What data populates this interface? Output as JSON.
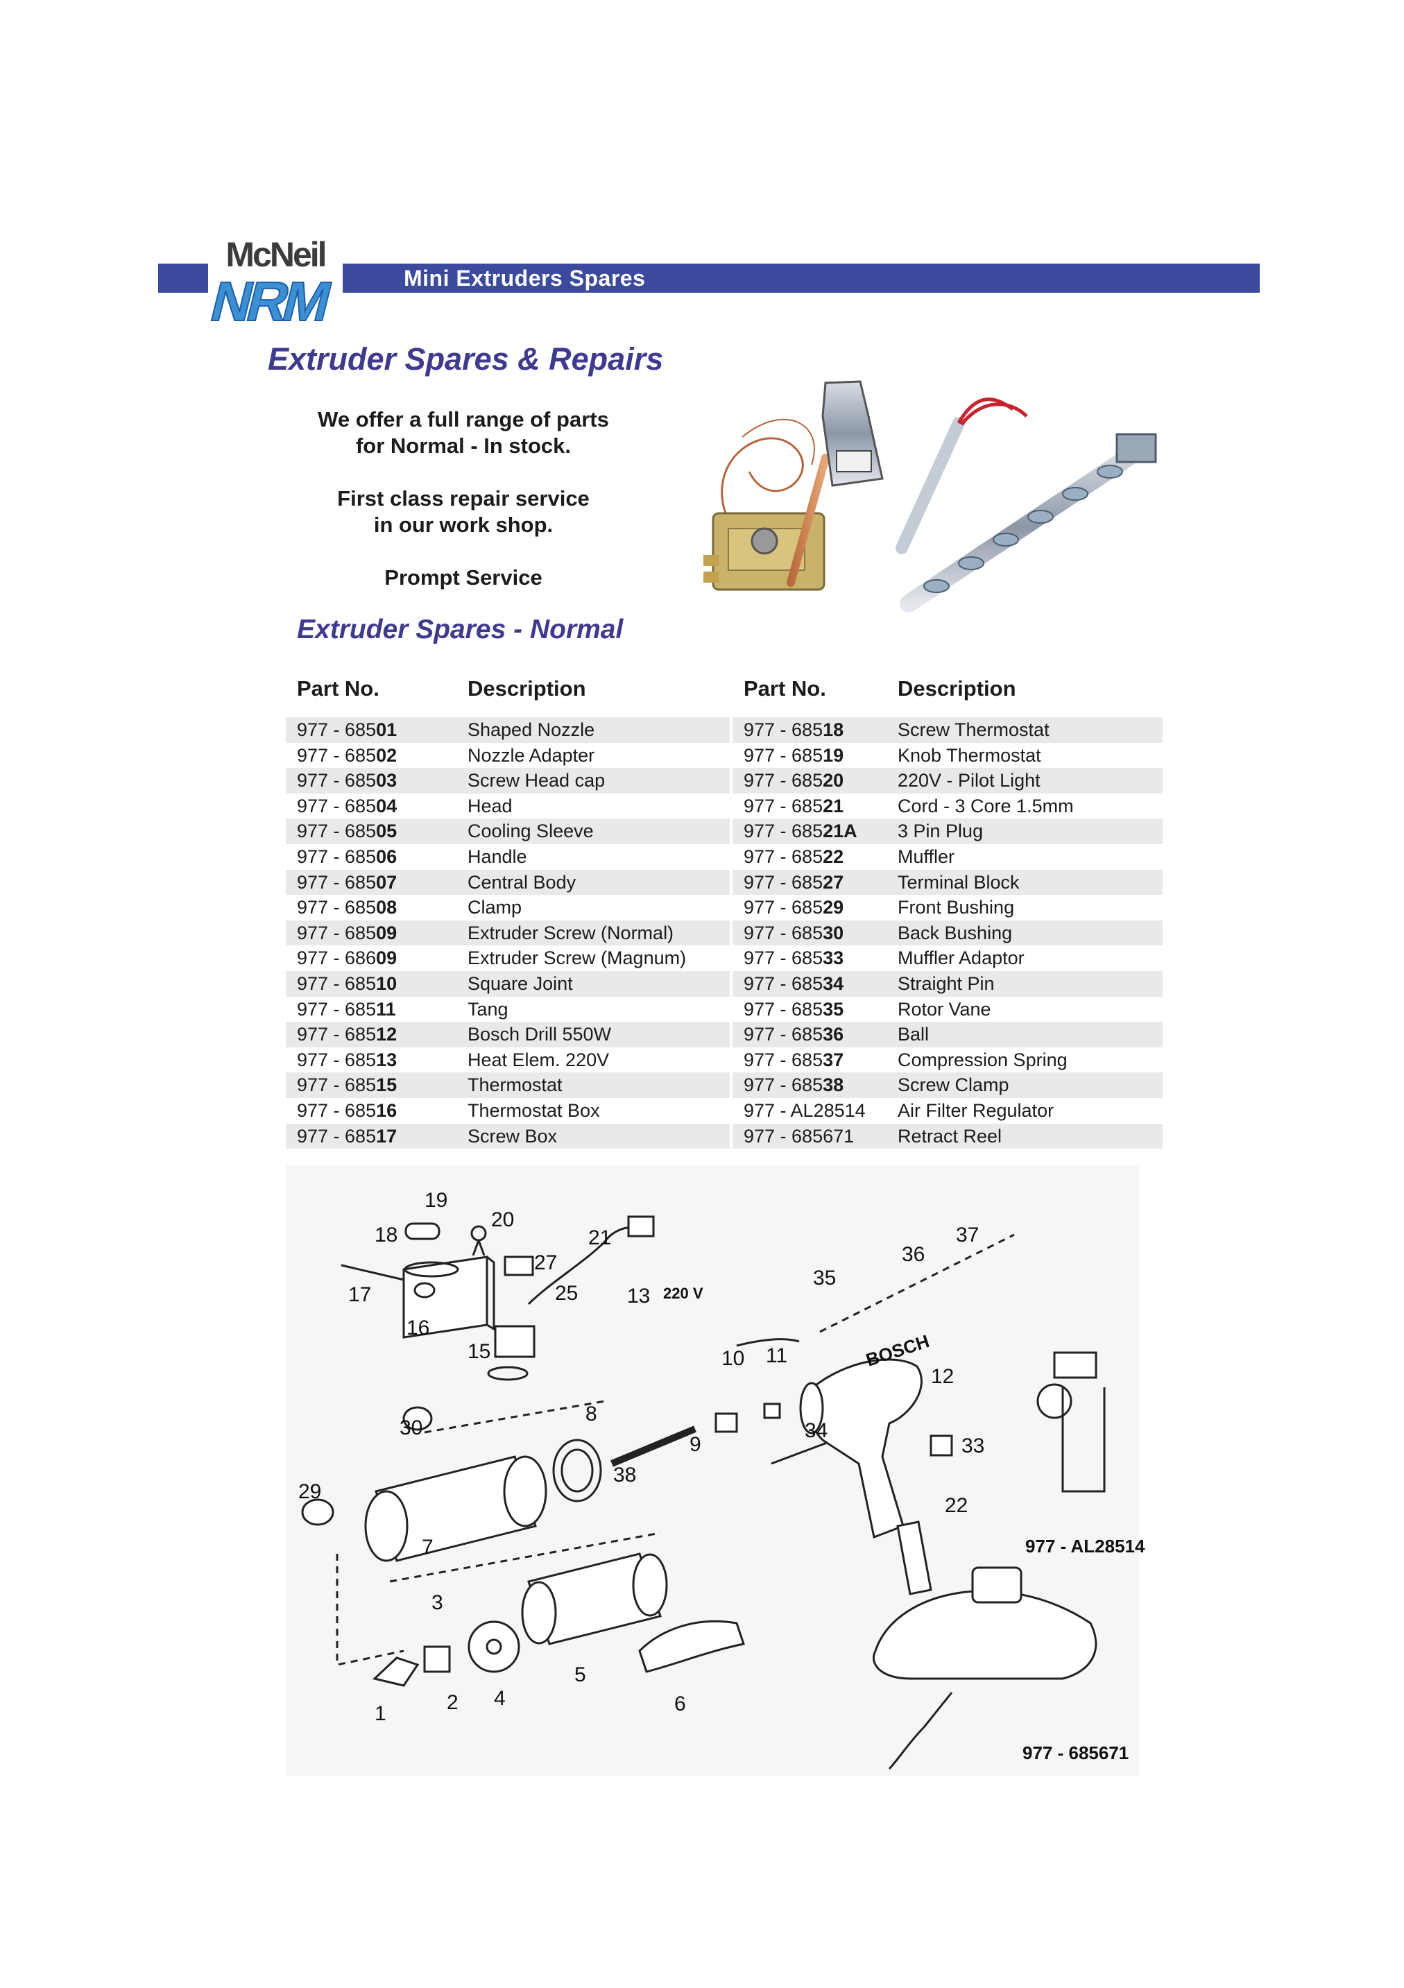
{
  "header": {
    "logo_top": "McNeil",
    "logo_bottom": "NRM",
    "title": "Mini Extruders Spares"
  },
  "intro": {
    "heading": "Extruder Spares & Repairs",
    "line1": "We offer a full range of parts",
    "line2": "for Normal - In stock.",
    "line3": "First class repair service",
    "line4": "in our work shop.",
    "line5": "Prompt Service"
  },
  "section": {
    "heading": "Extruder Spares - Normal"
  },
  "table": {
    "col_part": "Part No.",
    "col_desc": "Description",
    "left": [
      {
        "prefix": "977 - 685",
        "bold": "01",
        "desc": "Shaped Nozzle"
      },
      {
        "prefix": "977 - 685",
        "bold": "02",
        "desc": "Nozzle Adapter"
      },
      {
        "prefix": "977 - 685",
        "bold": "03",
        "desc": "Screw Head cap"
      },
      {
        "prefix": "977 - 685",
        "bold": "04",
        "desc": "Head"
      },
      {
        "prefix": "977 - 685",
        "bold": "05",
        "desc": "Cooling Sleeve"
      },
      {
        "prefix": "977 - 685",
        "bold": "06",
        "desc": "Handle"
      },
      {
        "prefix": "977 - 685",
        "bold": "07",
        "desc": "Central Body"
      },
      {
        "prefix": "977 - 685",
        "bold": "08",
        "desc": "Clamp"
      },
      {
        "prefix": "977 - 685",
        "bold": "09",
        "desc": "Extruder Screw (Normal)"
      },
      {
        "prefix": "977 - 686",
        "bold": "09",
        "desc": "Extruder Screw (Magnum)"
      },
      {
        "prefix": "977 - 685",
        "bold": "10",
        "desc": "Square Joint"
      },
      {
        "prefix": "977 - 685",
        "bold": "11",
        "desc": "Tang"
      },
      {
        "prefix": "977 - 685",
        "bold": "12",
        "desc": "Bosch Drill 550W"
      },
      {
        "prefix": "977 - 685",
        "bold": "13",
        "desc": "Heat Elem. 220V"
      },
      {
        "prefix": "977 - 685",
        "bold": "15",
        "desc": "Thermostat"
      },
      {
        "prefix": "977 - 685",
        "bold": "16",
        "desc": "Thermostat Box"
      },
      {
        "prefix": "977 - 685",
        "bold": "17",
        "desc": "Screw Box"
      }
    ],
    "right": [
      {
        "prefix": "977 - 685",
        "bold": "18",
        "desc": "Screw Thermostat"
      },
      {
        "prefix": "977 - 685",
        "bold": "19",
        "desc": "Knob Thermostat"
      },
      {
        "prefix": "977 - 685",
        "bold": "20",
        "desc": "220V - Pilot Light"
      },
      {
        "prefix": "977 - 685",
        "bold": "21",
        "desc": "Cord - 3 Core 1.5mm"
      },
      {
        "prefix": "977 - 685",
        "bold": "21A",
        "desc": "3 Pin Plug"
      },
      {
        "prefix": "977 - 685",
        "bold": "22",
        "desc": "Muffler"
      },
      {
        "prefix": "977 - 685",
        "bold": "27",
        "desc": "Terminal Block"
      },
      {
        "prefix": "977 - 685",
        "bold": "29",
        "desc": "Front Bushing"
      },
      {
        "prefix": "977 - 685",
        "bold": "30",
        "desc": "Back Bushing"
      },
      {
        "prefix": "977 - 685",
        "bold": "33",
        "desc": "Muffler Adaptor"
      },
      {
        "prefix": "977 - 685",
        "bold": "34",
        "desc": "Straight Pin"
      },
      {
        "prefix": "977 - 685",
        "bold": "35",
        "desc": "Rotor Vane"
      },
      {
        "prefix": "977 - 685",
        "bold": "36",
        "desc": "Ball"
      },
      {
        "prefix": "977 - 685",
        "bold": "37",
        "desc": "Compression Spring"
      },
      {
        "prefix": "977 - 685",
        "bold": "38",
        "desc": "Screw Clamp"
      },
      {
        "prefix": "977 - AL28514",
        "bold": "",
        "desc": "Air Filter Regulator"
      },
      {
        "prefix": "977 - 685671",
        "bold": "",
        "desc": "Retract Reel"
      }
    ]
  },
  "diagram": {
    "labels": [
      "1",
      "2",
      "3",
      "4",
      "5",
      "6",
      "7",
      "8",
      "9",
      "10",
      "11",
      "12",
      "13",
      "15",
      "16",
      "17",
      "18",
      "19",
      "20",
      "21",
      "22",
      "25",
      "27",
      "29",
      "30",
      "33",
      "34",
      "35",
      "36",
      "37",
      "38"
    ],
    "voltage": "220 V",
    "brand": "BOSCH",
    "caption_regulator": "977 - AL28514",
    "caption_reel": "977 - 685671"
  }
}
